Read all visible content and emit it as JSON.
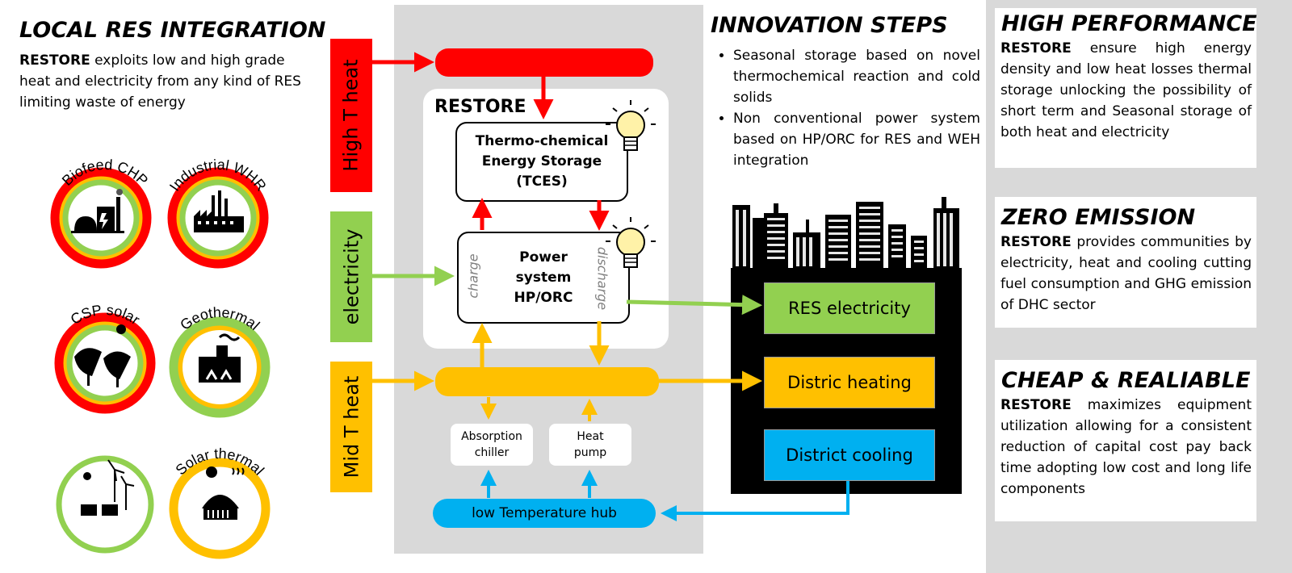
{
  "left": {
    "title": "LOCAL RES INTEGRATION",
    "brand": "RESTORE",
    "text": " exploits low and high grade heat and electricity from any kind of RES limiting waste of energy",
    "sources": [
      {
        "label": "Biofeed CHP",
        "icon": "biogas-plant-icon"
      },
      {
        "label": "Industrial WHR",
        "icon": "factory-icon"
      },
      {
        "label": "CSP solar",
        "icon": "solar-dish-icon"
      },
      {
        "label": "Geothermal",
        "icon": "geothermal-plant-icon"
      },
      {
        "label": "",
        "icon": "pv-wind-icon"
      },
      {
        "label": "Solar thermal",
        "icon": "solar-thermal-collector-icon"
      }
    ]
  },
  "inputs": {
    "high": "High T heat",
    "elec": "electricity",
    "mid": "Mid T heat"
  },
  "restore": {
    "label": "RESTORE",
    "tces": [
      "Thermo-chemical",
      "Energy Storage",
      "(TCES)"
    ],
    "power": [
      "Power",
      "system",
      "HP/ORC"
    ],
    "charge": "charge",
    "discharge": "discharge",
    "absorption": [
      "Absorption",
      "chiller"
    ],
    "heatpump": [
      "Heat",
      "pump"
    ],
    "lowhub": "low Temperature hub"
  },
  "innovation": {
    "title": "INNOVATION STEPS",
    "items": [
      "Seasonal storage based on novel thermochemical reaction and cold solids",
      "Non conventional power system based on HP/ORC for RES and WEH integration"
    ]
  },
  "outputs": {
    "res_electricity": "RES electricity",
    "heating": "Distric heating",
    "cooling": "District cooling"
  },
  "right": {
    "high": {
      "title": "HIGH PERFORMANCE",
      "brand": "RESTORE",
      "text": " ensure high energy density and low heat losses thermal storage unlocking the possibility of short term and Seasonal storage of both heat and electricity"
    },
    "zero": {
      "title": "ZERO EMISSION",
      "brand": "RESTORE",
      "text": " provides communities by electricity, heat and cooling cutting fuel consumption and GHG emission of DHC sector"
    },
    "cheap": {
      "title": "CHEAP & REALIABLE",
      "brand": "RESTORE",
      "text": " maximizes equipment utilization allowing for a consistent reduction of capital cost pay back time adopting low cost and long life components"
    }
  },
  "colors": {
    "red": "#ff0000",
    "green": "#92d050",
    "orange": "#ffc000",
    "blue": "#00b0f0",
    "panel": "#d9d9d9"
  }
}
